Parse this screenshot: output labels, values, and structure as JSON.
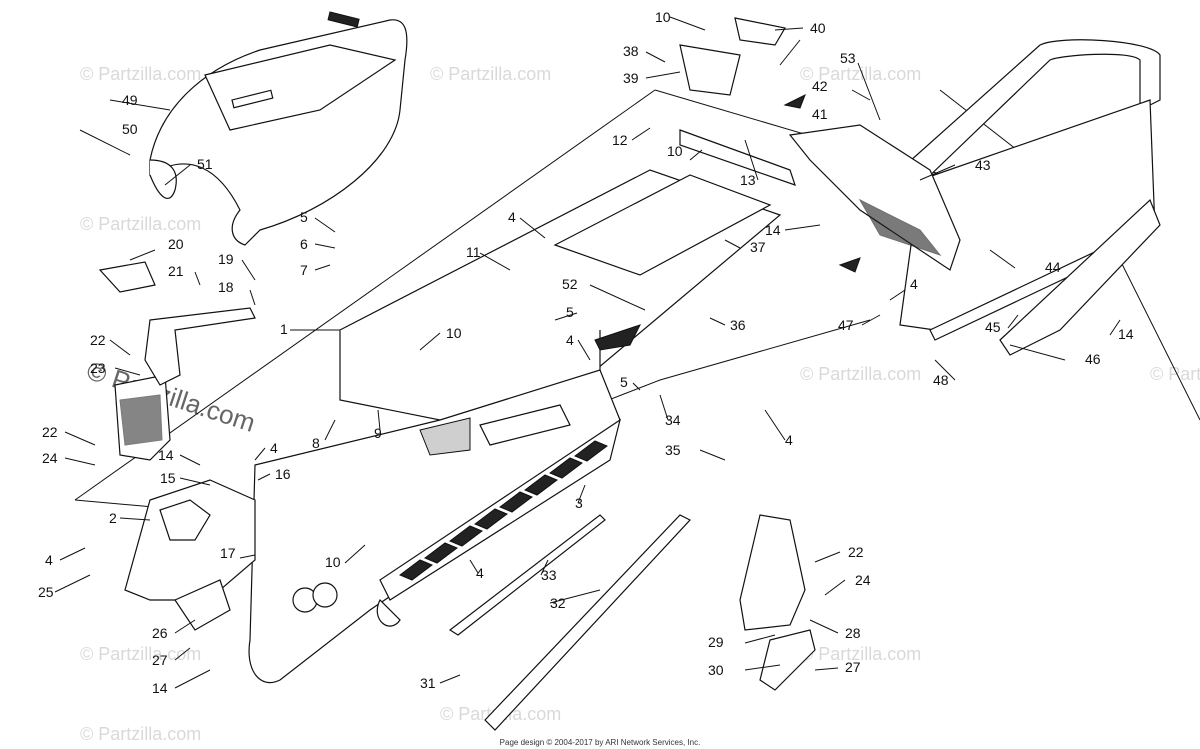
{
  "diagram": {
    "callouts": [
      {
        "id": "c10a",
        "text": "10"
      },
      {
        "id": "c40",
        "text": "40"
      },
      {
        "id": "c38",
        "text": "38"
      },
      {
        "id": "c39",
        "text": "39"
      },
      {
        "id": "c53",
        "text": "53"
      },
      {
        "id": "c42",
        "text": "42"
      },
      {
        "id": "c41",
        "text": "41"
      },
      {
        "id": "c12",
        "text": "12"
      },
      {
        "id": "c10b",
        "text": "10"
      },
      {
        "id": "c13",
        "text": "13"
      },
      {
        "id": "c43",
        "text": "43"
      },
      {
        "id": "c49",
        "text": "49"
      },
      {
        "id": "c50",
        "text": "50"
      },
      {
        "id": "c51",
        "text": "51"
      },
      {
        "id": "c5a",
        "text": "5"
      },
      {
        "id": "c6",
        "text": "6"
      },
      {
        "id": "c7",
        "text": "7"
      },
      {
        "id": "c4a",
        "text": "4"
      },
      {
        "id": "c11",
        "text": "11"
      },
      {
        "id": "c37",
        "text": "37"
      },
      {
        "id": "c14a",
        "text": "14"
      },
      {
        "id": "c44",
        "text": "44"
      },
      {
        "id": "c20",
        "text": "20"
      },
      {
        "id": "c21",
        "text": "21"
      },
      {
        "id": "c19",
        "text": "19"
      },
      {
        "id": "c18",
        "text": "18"
      },
      {
        "id": "c52",
        "text": "52"
      },
      {
        "id": "c4b",
        "text": "4"
      },
      {
        "id": "c47",
        "text": "47"
      },
      {
        "id": "c45",
        "text": "45"
      },
      {
        "id": "c14b",
        "text": "14"
      },
      {
        "id": "c46",
        "text": "46"
      },
      {
        "id": "c1",
        "text": "1"
      },
      {
        "id": "c10c",
        "text": "10"
      },
      {
        "id": "c5b",
        "text": "5"
      },
      {
        "id": "c4c",
        "text": "4"
      },
      {
        "id": "c36",
        "text": "36"
      },
      {
        "id": "c22a",
        "text": "22"
      },
      {
        "id": "c23",
        "text": "23"
      },
      {
        "id": "c48",
        "text": "48"
      },
      {
        "id": "c5c",
        "text": "5"
      },
      {
        "id": "c34",
        "text": "34"
      },
      {
        "id": "c22b",
        "text": "22"
      },
      {
        "id": "c24a",
        "text": "24"
      },
      {
        "id": "c14c",
        "text": "14"
      },
      {
        "id": "c8",
        "text": "8"
      },
      {
        "id": "c9",
        "text": "9"
      },
      {
        "id": "c4d",
        "text": "4"
      },
      {
        "id": "c35",
        "text": "35"
      },
      {
        "id": "c4e",
        "text": "4"
      },
      {
        "id": "c15",
        "text": "15"
      },
      {
        "id": "c16",
        "text": "16"
      },
      {
        "id": "c3",
        "text": "3"
      },
      {
        "id": "c2",
        "text": "2"
      },
      {
        "id": "c22c",
        "text": "22"
      },
      {
        "id": "c4f",
        "text": "4"
      },
      {
        "id": "c17",
        "text": "17"
      },
      {
        "id": "c10d",
        "text": "10"
      },
      {
        "id": "c4g",
        "text": "4"
      },
      {
        "id": "c33",
        "text": "33"
      },
      {
        "id": "c24b",
        "text": "24"
      },
      {
        "id": "c25",
        "text": "25"
      },
      {
        "id": "c32",
        "text": "32"
      },
      {
        "id": "c28",
        "text": "28"
      },
      {
        "id": "c26",
        "text": "26"
      },
      {
        "id": "c29",
        "text": "29"
      },
      {
        "id": "c27a",
        "text": "27"
      },
      {
        "id": "c30",
        "text": "30"
      },
      {
        "id": "c27b",
        "text": "27"
      },
      {
        "id": "c14d",
        "text": "14"
      },
      {
        "id": "c31",
        "text": "31"
      }
    ]
  },
  "watermark": {
    "text": "© Partzilla.com",
    "prominent": "© Partzilla.com",
    "color": "#d9d9d9"
  },
  "footer": {
    "text": "Page design © 2004-2017 by ARI Network Services, Inc."
  }
}
